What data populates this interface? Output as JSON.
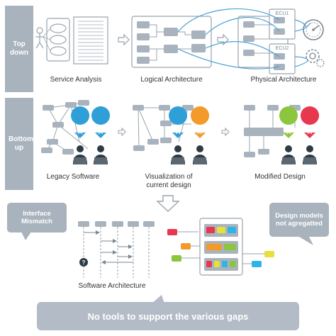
{
  "side_labels": {
    "top_down": "Top down",
    "bottom_up": "Bottom up"
  },
  "captions": {
    "service_analysis": "Service Analysis",
    "logical_architecture": "Logical Architecture",
    "physical_architecture": "Physical Architecture",
    "legacy_software": "Legacy Software",
    "visualization_line1": "Visualization of",
    "visualization_line2": "current design",
    "modified_design": "Modified Design",
    "software_architecture": "Software Architecture"
  },
  "ecu_labels": [
    "ECU1",
    "ECU2"
  ],
  "callouts": {
    "interface_mismatch_line1": "Interface",
    "interface_mismatch_line2": "Mismatch",
    "design_models_line1": "Design models",
    "design_models_line2": "not agregatted"
  },
  "question_mark": "?",
  "banner": "No tools to support the various gaps",
  "colors": {
    "box_gray": "#a9b3bd",
    "curve_blue": "#4ba3d6",
    "tool_blue": "#2f9fd8",
    "tool_orange": "#f39a2b",
    "tool_green": "#8cc63f",
    "tool_red": "#e8384f",
    "person_dark": "#2e3a44"
  }
}
